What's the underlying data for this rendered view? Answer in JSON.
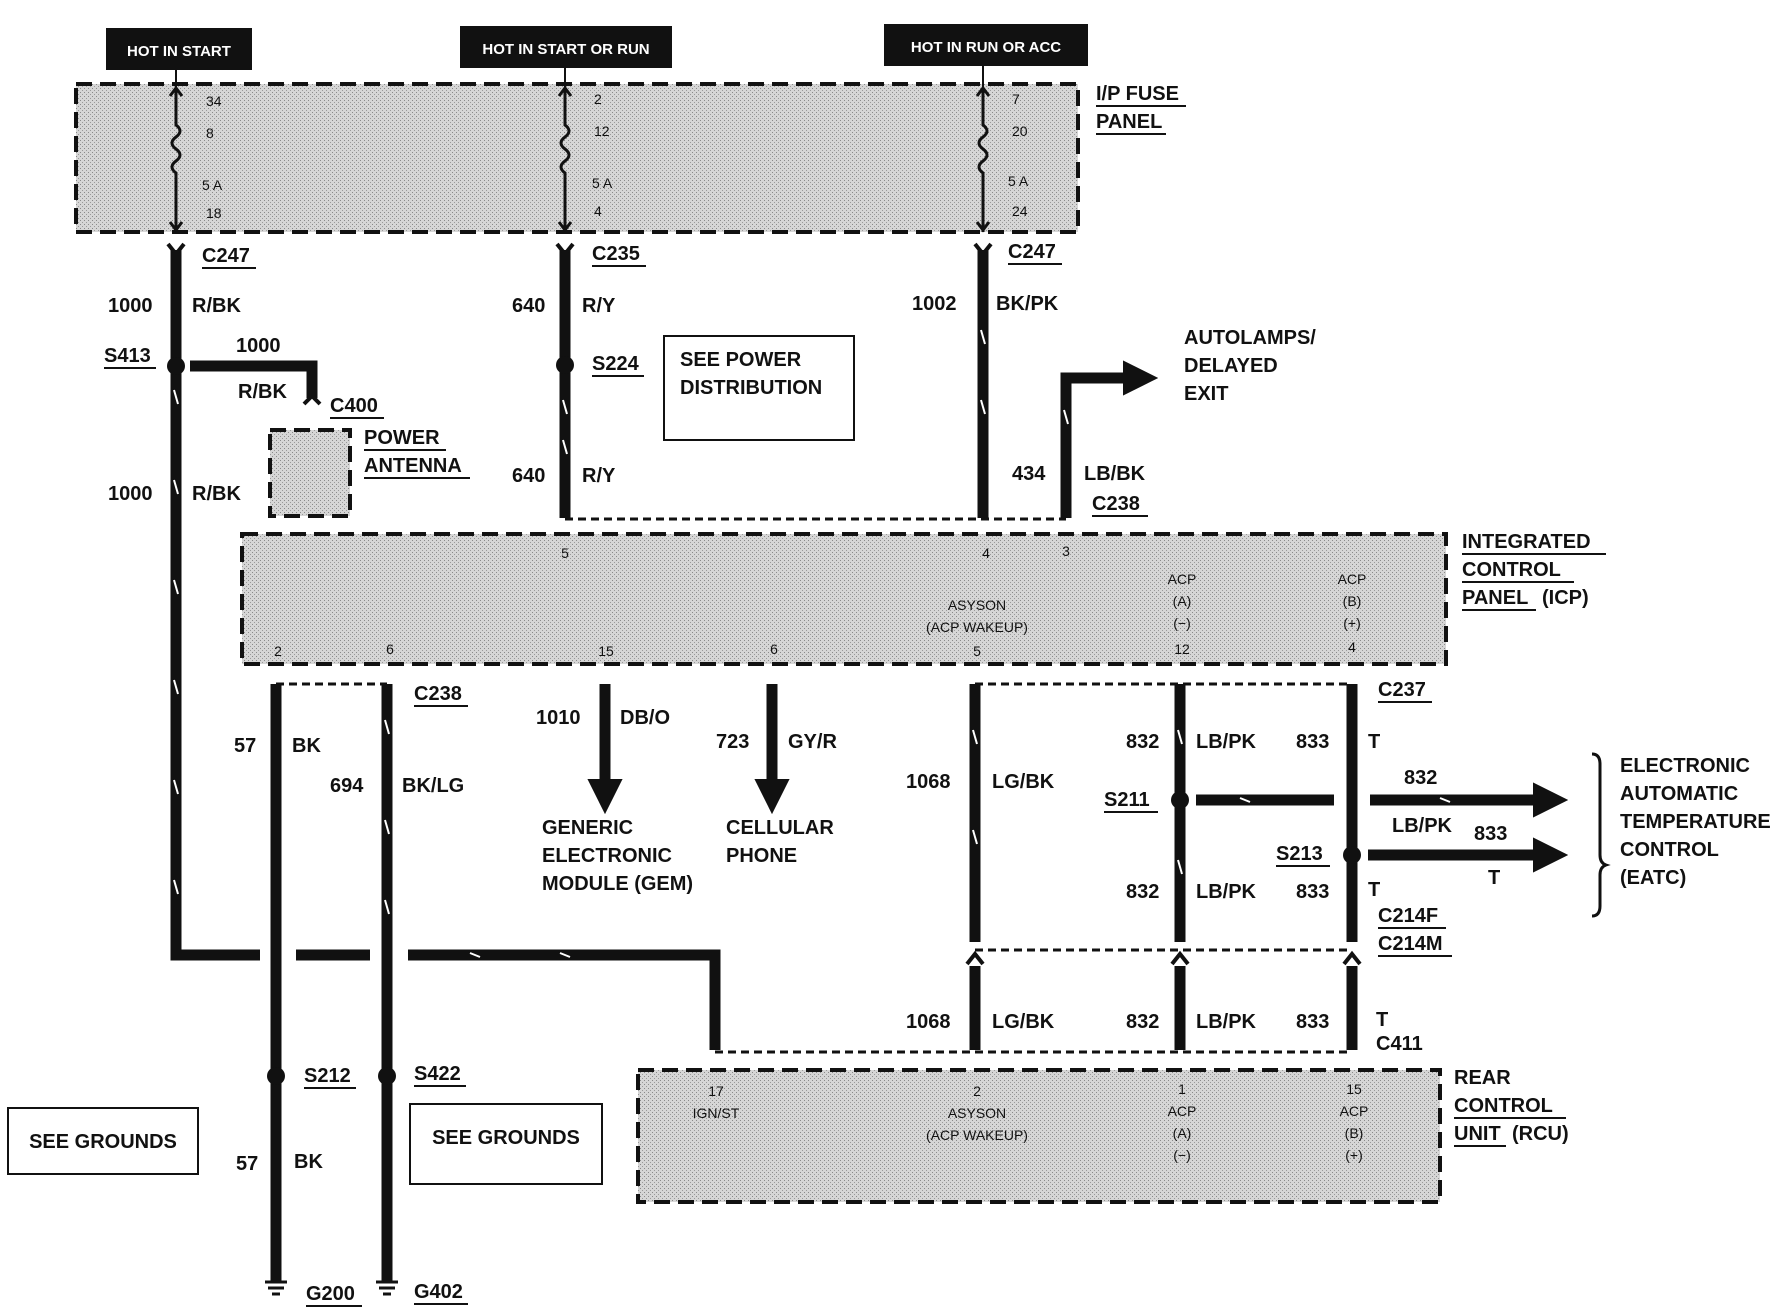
{
  "headers": {
    "hot_start": "HOT IN START",
    "hot_start_run": "HOT IN START OR RUN",
    "hot_run_acc": "HOT IN RUN OR ACC"
  },
  "fuse_panel": {
    "title_line1": "I/P FUSE",
    "title_line2": "PANEL",
    "fuse_a": {
      "top": "34",
      "id": "8",
      "amps": "5 A",
      "bottom": "18"
    },
    "fuse_b": {
      "top": "2",
      "id": "12",
      "amps": "5 A",
      "bottom": "4"
    },
    "fuse_c": {
      "top": "7",
      "id": "20",
      "amps": "5 A",
      "bottom": "24"
    }
  },
  "connectors": {
    "c247_left": "C247",
    "c235": "C235",
    "c247_right": "C247",
    "c400": "C400",
    "c238_top": "C238",
    "c238_mid": "C238",
    "c237": "C237",
    "c214f": "C214F",
    "c214m": "C214M",
    "c411": "C411"
  },
  "splices": {
    "s413": "S413",
    "s224": "S224",
    "s211": "S211",
    "s213": "S213",
    "s212": "S212",
    "s422": "S422"
  },
  "grounds": {
    "g200": "G200",
    "g402": "G402",
    "see_grounds_left": "SEE GROUNDS",
    "see_grounds_right": "SEE GROUNDS"
  },
  "wires": {
    "w1000_a": {
      "circuit": "1000",
      "color": "R/BK"
    },
    "w1000_branch": {
      "circuit": "1000",
      "color": "R/BK"
    },
    "w1000_b": {
      "circuit": "1000",
      "color": "R/BK"
    },
    "w640_a": {
      "circuit": "640",
      "color": "R/Y"
    },
    "w640_b": {
      "circuit": "640",
      "color": "R/Y"
    },
    "w1002": {
      "circuit": "1002",
      "color": "BK/PK"
    },
    "w434": {
      "circuit": "434",
      "color": "LB/BK"
    },
    "w57_a": {
      "circuit": "57",
      "color": "BK"
    },
    "w57_b": {
      "circuit": "57",
      "color": "BK"
    },
    "w694": {
      "circuit": "694",
      "color": "BK/LG"
    },
    "w1010": {
      "circuit": "1010",
      "color": "DB/O"
    },
    "w723": {
      "circuit": "723",
      "color": "GY/R"
    },
    "w1068_a": {
      "circuit": "1068",
      "color": "LG/BK"
    },
    "w1068_b": {
      "circuit": "1068",
      "color": "LG/BK"
    },
    "w832_a": {
      "circuit": "832",
      "color": "LB/PK"
    },
    "w832_b": {
      "circuit": "832",
      "color": "LB/PK"
    },
    "w832_c": {
      "circuit": "832",
      "color": "LB/PK"
    },
    "w833_a": {
      "circuit": "833",
      "color": "T"
    },
    "w833_b": {
      "circuit": "833",
      "color": "T"
    },
    "w833_c": {
      "circuit": "833",
      "color": "T"
    },
    "w832_eatc": {
      "circuit": "832",
      "color": "LB/PK"
    },
    "w833_eatc": {
      "circuit": "833",
      "color": "T"
    }
  },
  "destinations": {
    "power_antenna_1": "POWER",
    "power_antenna_2": "ANTENNA",
    "see_power_1": "SEE POWER",
    "see_power_2": "DISTRIBUTION",
    "autolamps_1": "AUTOLAMPS/",
    "autolamps_2": "DELAYED",
    "autolamps_3": "EXIT",
    "gem_1": "GENERIC",
    "gem_2": "ELECTRONIC",
    "gem_3": "MODULE (GEM)",
    "cell_1": "CELLULAR",
    "cell_2": "PHONE",
    "eatc_1": "ELECTRONIC",
    "eatc_2": "AUTOMATIC",
    "eatc_3": "TEMPERATURE",
    "eatc_4": "CONTROL",
    "eatc_5": "(EATC)"
  },
  "icp": {
    "title_1": "INTEGRATED",
    "title_2": "CONTROL",
    "title_3a": "PANEL",
    "title_3b": "(ICP)",
    "pin_top_5": "5",
    "pin_top_4": "4",
    "pin_top_3": "3",
    "asyson": "ASYSON",
    "acp_wakeup": "(ACP WAKEUP)",
    "acp_a": "ACP",
    "acp_a_sub": "(A)",
    "acp_a_sign": "(−)",
    "acp_b": "ACP",
    "acp_b_sub": "(B)",
    "acp_b_sign": "(+)",
    "pin_bot_2": "2",
    "pin_bot_6a": "6",
    "pin_bot_15": "15",
    "pin_bot_6b": "6",
    "pin_bot_5": "5",
    "pin_bot_12": "12",
    "pin_bot_4": "4"
  },
  "rcu": {
    "title_1": "REAR",
    "title_2": "CONTROL",
    "title_3a": "UNIT",
    "title_3b": "(RCU)",
    "pin_17": "17",
    "ign_st": "IGN/ST",
    "pin_2": "2",
    "asyson": "ASYSON",
    "acp_wakeup": "(ACP WAKEUP)",
    "pin_1": "1",
    "acp_a": "ACP",
    "acp_a_sub": "(A)",
    "acp_a_sign": "(−)",
    "pin_15": "15",
    "acp_b": "ACP",
    "acp_b_sub": "(B)",
    "acp_b_sign": "(+)"
  }
}
